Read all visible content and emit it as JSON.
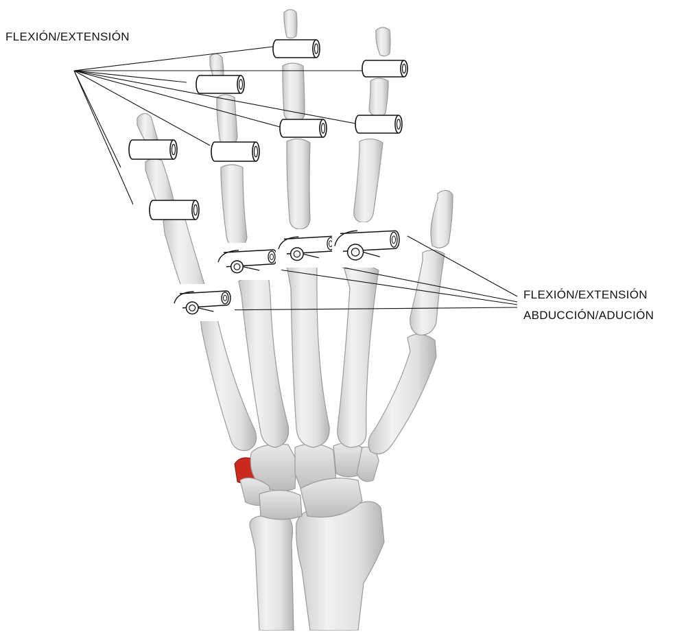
{
  "labels": {
    "interphalangeal_motion": "FLEXIÓN/EXTENSIÓN",
    "mcp_motion_1": "FLEXIÓN/EXTENSIÓN",
    "mcp_motion_2": "ABDUCCIÓN/ADUCIÓN"
  },
  "colors": {
    "background": "#ffffff",
    "bone": "#e6e6e6",
    "bone_shadow": "#bdbdbd",
    "bone_outline": "#9a9a9a",
    "joint_stroke": "#111111",
    "leader_line": "#111111",
    "highlight_bone": "#cc2a1e"
  },
  "joint_symbols": {
    "hinge_count": 8,
    "universal_count": 4
  }
}
